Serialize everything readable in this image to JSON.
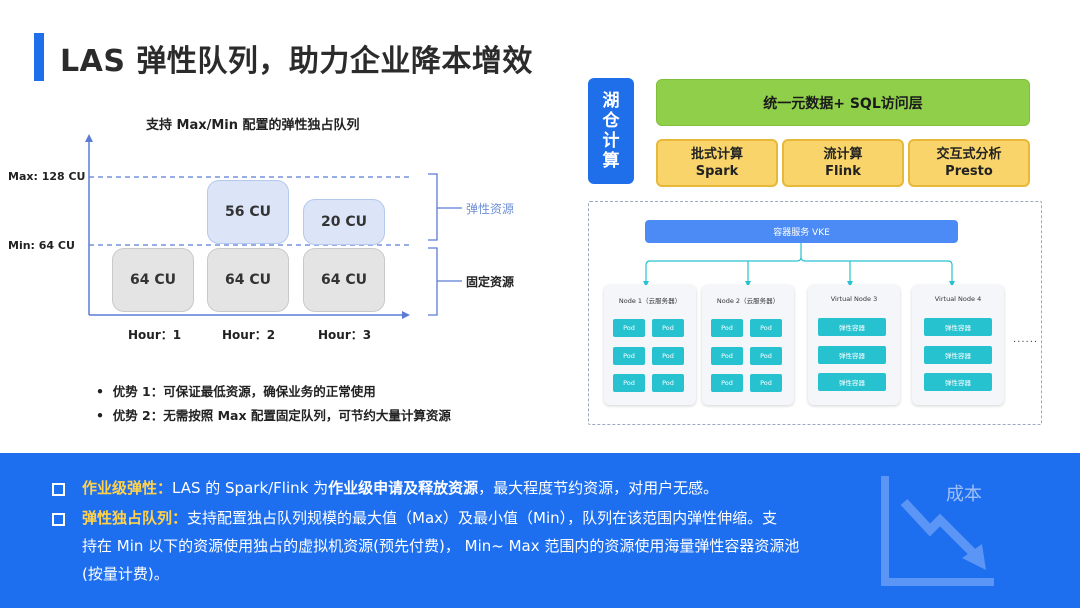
{
  "slide": {
    "title": "LAS 弹性队列，助力企业降本增效"
  },
  "chart": {
    "title": "支持 Max/Min 配置的弹性独占队列",
    "max_label": "Max: 128 CU",
    "min_label": "Min: 64 CU",
    "elastic_label": "弹性资源",
    "fixed_label": "固定资源",
    "hours": [
      "Hour：1",
      "Hour：2",
      "Hour：3"
    ],
    "fixed_values": [
      "64 CU",
      "64 CU",
      "64 CU"
    ],
    "elastic_values": [
      "56 CU",
      "20 CU"
    ],
    "colors": {
      "fixed": "#e4e4e4",
      "elastic": "#dbe5f7",
      "axis": "#5b7bd5",
      "elastic_text": "#6f8fd6"
    }
  },
  "chart_data": {
    "type": "bar",
    "title": "支持 Max/Min 配置的弹性独占队列",
    "categories": [
      "Hour：1",
      "Hour：2",
      "Hour：3"
    ],
    "series": [
      {
        "name": "固定资源",
        "values": [
          64,
          64,
          64
        ]
      },
      {
        "name": "弹性资源",
        "values": [
          0,
          56,
          20
        ]
      }
    ],
    "reference_lines": [
      {
        "label": "Max: 128 CU",
        "value": 128
      },
      {
        "label": "Min: 64 CU",
        "value": 64
      }
    ],
    "stacked": true
  },
  "bullets": [
    "优势 1：可保证最低资源，确保业务的正常使用",
    "优势 2：无需按照 Max 配置固定队列，可节约大量计算资源"
  ],
  "architecture": {
    "lake_label": [
      "湖",
      "仓",
      "计",
      "算"
    ],
    "sql_layer": "统一元数据+ SQL访问层",
    "engines": [
      {
        "name": "批式计算",
        "tech": "Spark"
      },
      {
        "name": "流计算",
        "tech": "Flink"
      },
      {
        "name": "交互式分析",
        "tech": "Presto"
      }
    ],
    "vke_label": "容器服务 VKE",
    "nodes": [
      {
        "title": "Node 1（云服务器）",
        "pods": [
          "Pod",
          "Pod",
          "Pod",
          "Pod",
          "Pod",
          "Pod"
        ]
      },
      {
        "title": "Node 2（云服务器）",
        "pods": [
          "Pod",
          "Pod",
          "Pod",
          "Pod",
          "Pod",
          "Pod"
        ]
      },
      {
        "title": "Virtual Node 3",
        "pods": [
          "弹性容器",
          "弹性容器",
          "弹性容器"
        ]
      },
      {
        "title": "Virtual Node 4",
        "pods": [
          "弹性容器",
          "弹性容器",
          "弹性容器"
        ]
      }
    ],
    "more": "......"
  },
  "bottom": {
    "line1": {
      "label": "作业级弹性：",
      "a": "LAS 的 Spark/Flink 为",
      "b": "作业级申请及释放资源",
      "c": "，最大程度节约资源，对用户无感。"
    },
    "line2": {
      "label": "弹性独占队列：",
      "a": "支持配置独占队列规模的最大值（Max）及最小值（Min），队列在该范围内弹性伸缩。支"
    },
    "line3": "持在 Min 以下的资源使用独占的虚拟机资源(预先付费)， Min~ Max 范围内的资源使用海量弹性容器资源池",
    "line4": "(按量计费)。",
    "cost_label": "成本"
  }
}
